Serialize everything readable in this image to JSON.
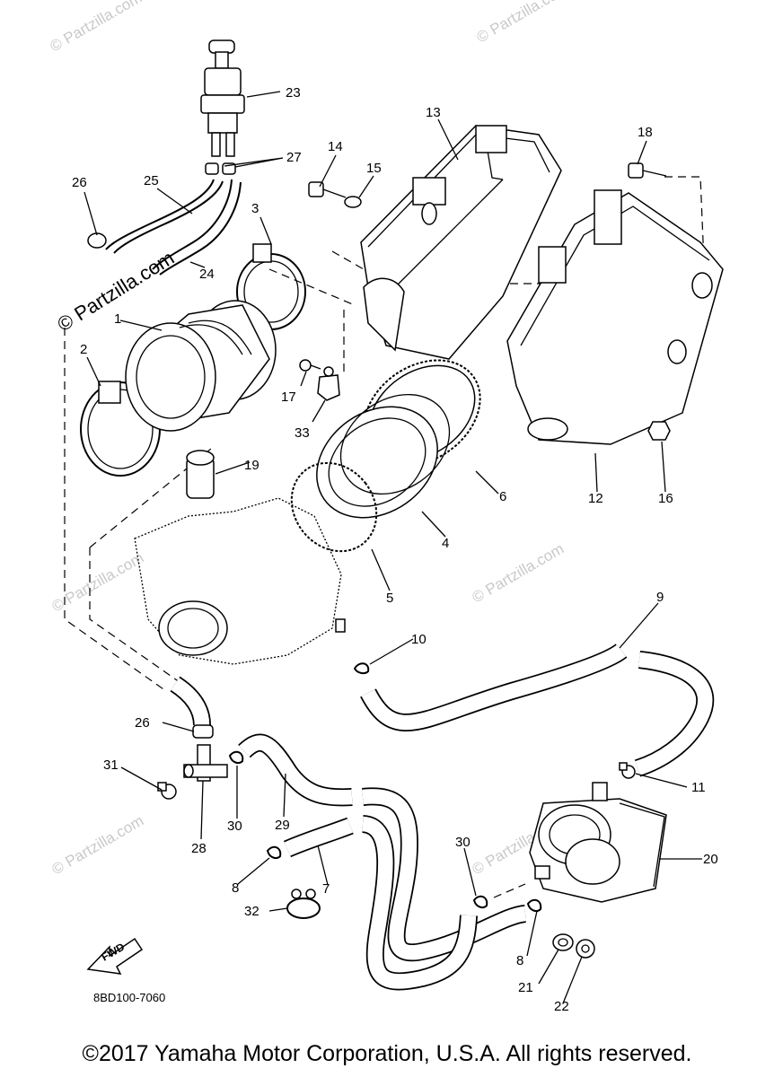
{
  "watermark": "© Partzilla.com",
  "diagram_code": "8BD100-7060",
  "fwd_label": "FWD",
  "copyright": "©2017 Yamaha Motor Corporation, U.S.A. All rights reserved.",
  "callouts": {
    "c1": "1",
    "c2": "2",
    "c3": "3",
    "c4": "4",
    "c5": "5",
    "c6": "6",
    "c7": "7",
    "c8a": "8",
    "c8b": "8",
    "c9": "9",
    "c10": "10",
    "c11": "11",
    "c12": "12",
    "c13": "13",
    "c14": "14",
    "c15": "15",
    "c16": "16",
    "c17": "17",
    "c18": "18",
    "c19": "19",
    "c20": "20",
    "c21": "21",
    "c22": "22",
    "c23": "23",
    "c24": "24",
    "c25": "25",
    "c26a": "26",
    "c26b": "26",
    "c27": "27",
    "c28": "28",
    "c29": "29",
    "c30a": "30",
    "c30b": "30",
    "c31": "31",
    "c32": "32",
    "c33": "33"
  }
}
